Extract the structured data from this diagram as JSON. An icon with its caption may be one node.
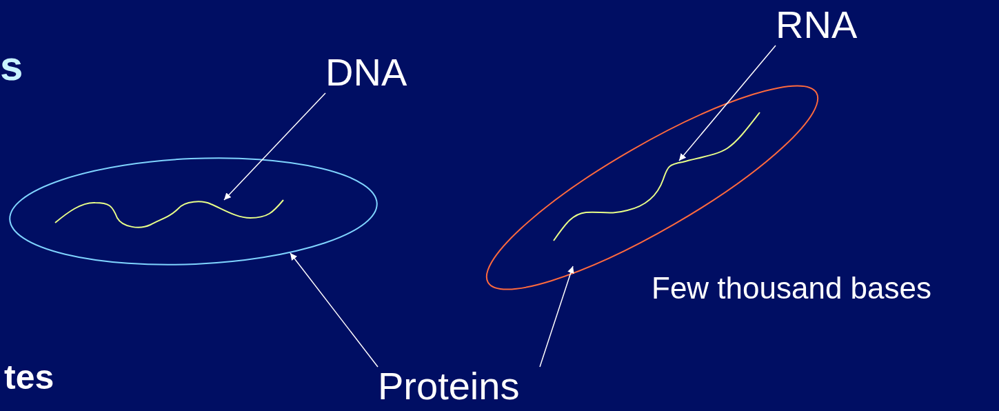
{
  "diagram": {
    "nodes": [
      {
        "text": [
          "DNA"
        ]
      },
      {
        "text": [],
        "shape": "ellipse"
      },
      {
        "text": [],
        "shape": "strand",
        "in": 1
      },
      {
        "text": [
          "RNA"
        ]
      },
      {
        "text": [],
        "shape": "ellipse",
        "beside": [
          "Few thousand bases"
        ]
      },
      {
        "text": [],
        "shape": "strand",
        "in": 4
      },
      {
        "text": [
          "Proteins"
        ]
      }
    ],
    "edges": [
      {
        "from": 0,
        "to": 2,
        "arrow": "to"
      },
      {
        "from": 3,
        "to": 5,
        "arrow": "to"
      },
      {
        "from": 6,
        "to": 1,
        "arrow": "to"
      },
      {
        "from": 6,
        "to": 4,
        "arrow": "to"
      }
    ],
    "labels": [
      "s",
      "tes"
    ]
  }
}
